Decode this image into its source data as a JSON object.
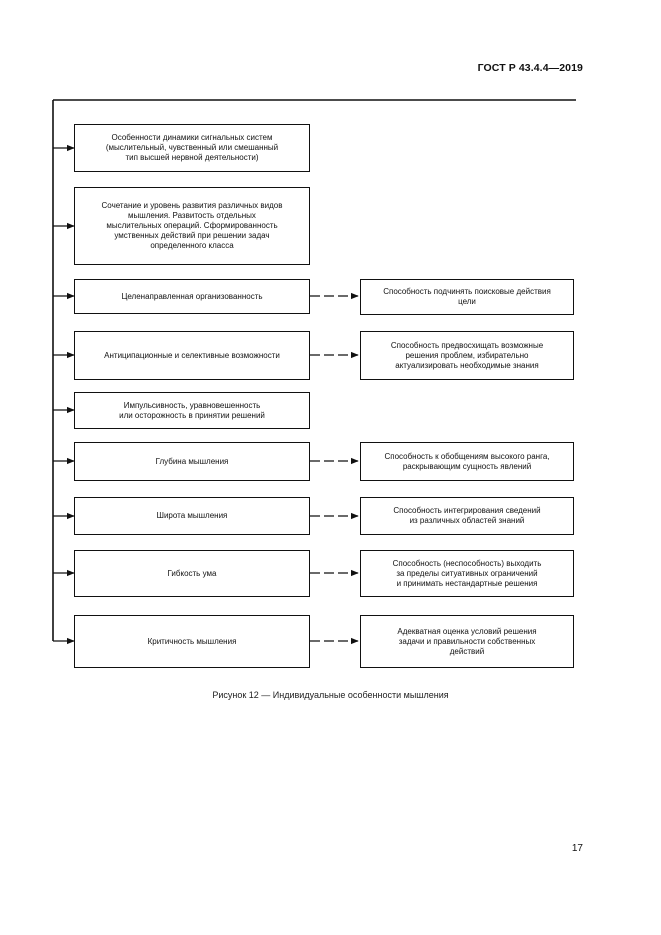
{
  "header": {
    "doc_code": "ГОСТ Р 43.4.4—2019"
  },
  "diagram": {
    "left_boxes": [
      {
        "id": "dynamics",
        "text": "Особенности динамики сигнальных систем\n(мыслительный, чувственный или смешанный\nтип высшей нервной деятельности)"
      },
      {
        "id": "combination",
        "text": "Сочетание и уровень развития различных видов\nмышления. Развитость отдельных\nмыслительных операций. Сформированность\nумственных действий при решении задач\nопределенного класса"
      },
      {
        "id": "purposeful",
        "text": "Целенаправленная организованность"
      },
      {
        "id": "anticipation",
        "text": "Антиципационные и селективные возможности"
      },
      {
        "id": "impulsivity",
        "text": "Импульсивность, уравновешенность\nили осторожность в принятии решений"
      },
      {
        "id": "depth",
        "text": "Глубина мышления"
      },
      {
        "id": "breadth",
        "text": "Широта мышления"
      },
      {
        "id": "flexibility",
        "text": "Гибкость ума"
      },
      {
        "id": "criticality",
        "text": "Критичность мышления"
      }
    ],
    "right_boxes": [
      {
        "id": "purposeful-r",
        "text": "Способность подчинять поисковые действия\nцели"
      },
      {
        "id": "anticipation-r",
        "text": "Способность предвосхищать возможные\nрешения проблем, избирательно\nактуализировать необходимые знания"
      },
      {
        "id": "depth-r",
        "text": "Способность к обобщениям высокого ранга,\nраскрывающим сущность явлений"
      },
      {
        "id": "breadth-r",
        "text": "Способность интегрирования сведений\nиз различных областей знаний"
      },
      {
        "id": "flexibility-r",
        "text": "Способность (неспособность) выходить\nза пределы ситуативных ограничений\nи принимать нестандартные решения"
      },
      {
        "id": "criticality-r",
        "text": "Адекватная оценка условий решения\nзадачи и правильности собственных\nдействий"
      }
    ]
  },
  "caption": "Рисунок 12 — Индивидуальные особенности мышления",
  "footer": {
    "page_number": "17"
  }
}
